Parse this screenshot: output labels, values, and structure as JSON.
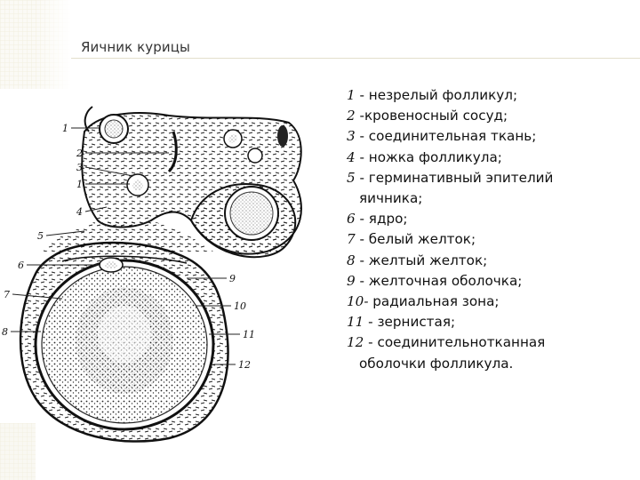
{
  "slide": {
    "title": "Яичник курицы"
  },
  "figure": {
    "labels_left": [
      "1",
      "2",
      "3",
      "1",
      "4",
      "5",
      "6",
      "7",
      "8"
    ],
    "labels_right": [
      "9",
      "10",
      "11",
      "12"
    ]
  },
  "legend": [
    {
      "num": "1",
      "text": " - незрелый фолликул;",
      "cont": ""
    },
    {
      "num": "2",
      "text": " -кровеносный сосуд;",
      "cont": ""
    },
    {
      "num": "3",
      "text": " - соединительная ткань;",
      "cont": ""
    },
    {
      "num": "4",
      "text": " - ножка фолликула;",
      "cont": ""
    },
    {
      "num": "5",
      "text": " - герминативный эпителий",
      "cont": "яичника;"
    },
    {
      "num": "6",
      "text": " - ядро;",
      "cont": ""
    },
    {
      "num": "7",
      "text": " - белый желток;",
      "cont": ""
    },
    {
      "num": "8",
      "text": " - желтый желток;",
      "cont": ""
    },
    {
      "num": "9",
      "text": " - желточная оболочка;",
      "cont": ""
    },
    {
      "num": "10-",
      "text": " радиальная зона;",
      "cont": ""
    },
    {
      "num": "11",
      "text": " - зернистая;",
      "cont": ""
    },
    {
      "num": "12",
      "text": " - соединительнотканная",
      "cont": "оболочки фолликула."
    }
  ]
}
